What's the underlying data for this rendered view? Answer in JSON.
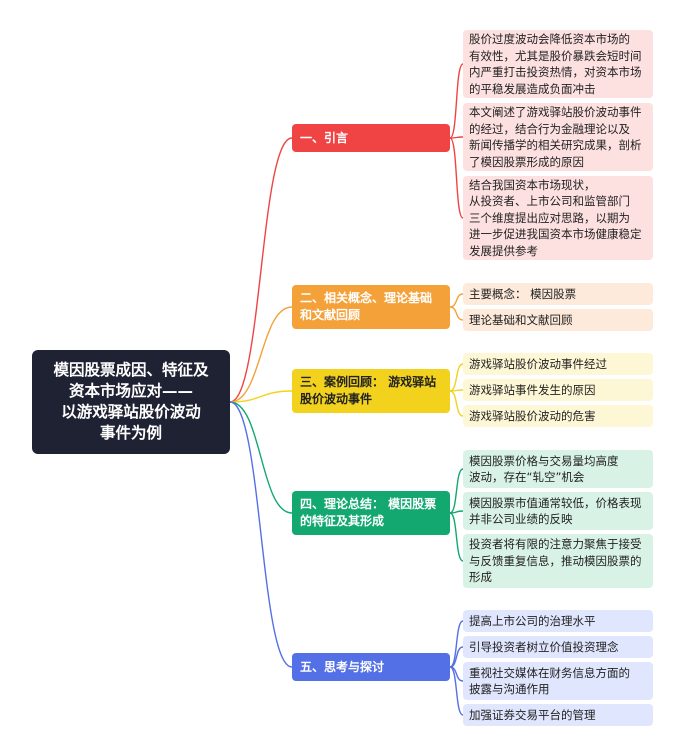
{
  "root": {
    "title": "模因股票成因、特征及\n资本市场应对——\n以游戏驿站股价波动\n事件为例"
  },
  "colors": {
    "root_bg": "#1f2233",
    "red": "#f04444",
    "red_leaf": "#fde0e0",
    "orange": "#f5a13a",
    "orange_leaf": "#fdeadb",
    "yellow": "#f2d21c",
    "yellow_leaf": "#fdf7d6",
    "green": "#12a870",
    "green_leaf": "#d9f2e6",
    "blue": "#5470e6",
    "blue_leaf": "#e0e6fd"
  },
  "branches": [
    {
      "label": "一、引言",
      "leaves": [
        "股价过度波动会降低资本市场的\n有效性，尤其是股价暴跌会短时间\n内严重打击投资热情，对资本市场\n的平稳发展造成负面冲击",
        "本文阐述了游戏驿站股价波动事件\n的经过，结合行为金融理论以及\n新闻传播学的相关研究成果，剖析\n了模因股票形成的原因",
        "结合我国资本市场现状，\n从投资者、上市公司和监管部门\n三个维度提出应对思路，以期为\n进一步促进我国资本市场健康稳定\n发展提供参考"
      ]
    },
    {
      "label": "二、相关概念、理论基础\n和文献回顾",
      "leaves": [
        "主要概念： 模因股票",
        "理论基础和文献回顾"
      ]
    },
    {
      "label": "三、案例回顾： 游戏驿站\n股价波动事件",
      "leaves": [
        "游戏驿站股价波动事件经过",
        "游戏驿站事件发生的原因",
        "游戏驿站股价波动的危害"
      ]
    },
    {
      "label": "四、理论总结： 模因股票\n的特征及其形成",
      "leaves": [
        "模因股票价格与交易量均高度\n波动，存在“轧空”机会",
        "模因股票市值通常较低，价格表现\n并非公司业绩的反映",
        "投资者将有限的注意力聚焦于接受\n与反馈重复信息，推动模因股票的\n形成"
      ]
    },
    {
      "label": "五、思考与探讨",
      "leaves": [
        "提高上市公司的治理水平",
        "引导投资者树立价值投资理念",
        "重视社交媒体在财务信息方面的\n披露与沟通作用",
        "加强证券交易平台的管理"
      ]
    }
  ]
}
